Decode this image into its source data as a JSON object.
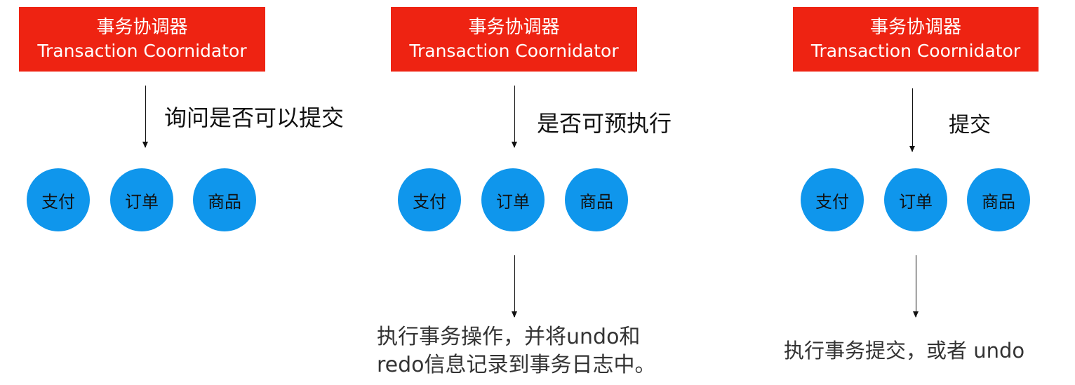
{
  "coordinator": {
    "title_cn": "事务协调器",
    "title_en": "Transaction Coornidator"
  },
  "participants": [
    "支付",
    "订单",
    "商品"
  ],
  "phases": [
    {
      "step_label": "询问是否可以提交"
    },
    {
      "step_label": "是否可预执行",
      "result_lines": [
        "执行事务操作，并将undo和",
        "redo信息记录到事务日志中。"
      ]
    },
    {
      "step_label": "提交",
      "result_lines": [
        "执行事务提交，或者 undo"
      ]
    }
  ],
  "colors": {
    "coordinator_bg": "#ee2312",
    "participant_bg": "#0f96ec"
  }
}
